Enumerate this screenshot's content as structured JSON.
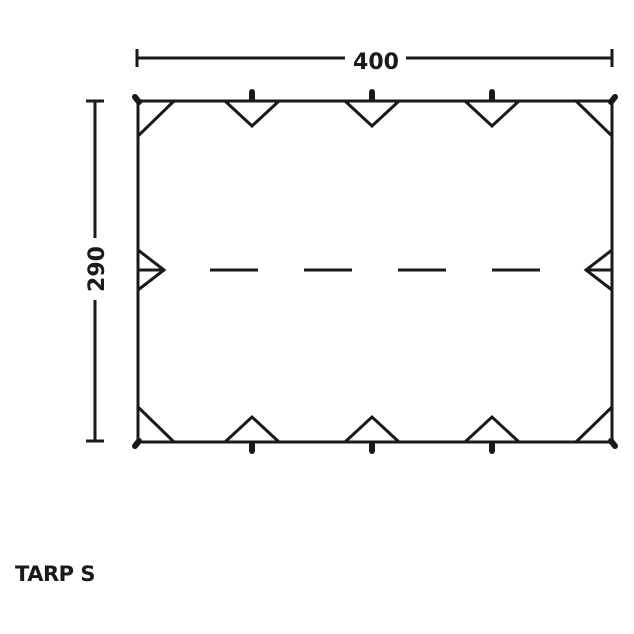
{
  "dimensions": {
    "width_label": "400",
    "height_label": "290"
  },
  "product": {
    "name": "TARP S"
  },
  "colors": {
    "stroke": "#1a1a1a",
    "background": "#ffffff"
  }
}
